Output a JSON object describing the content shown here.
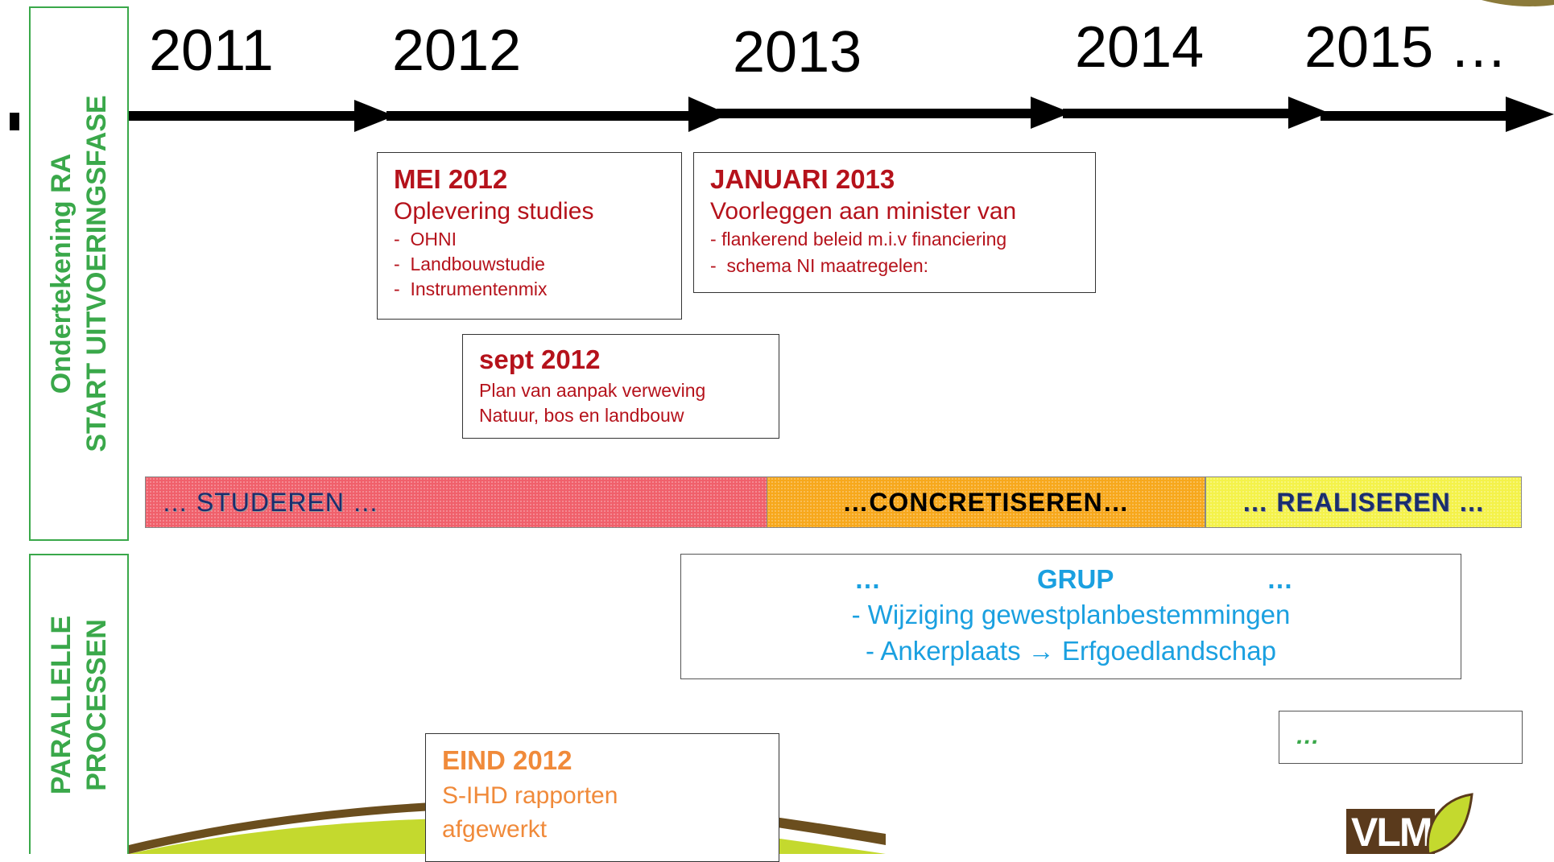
{
  "side_labels": {
    "top_line1": "Ondertekening  RA",
    "top_line2": "START UITVOERINGSFASE",
    "bottom_line1": "PARALLELLE",
    "bottom_line2": "PROCESSEN"
  },
  "years": [
    "2011",
    "2012",
    "2013",
    "2014",
    "2015 …"
  ],
  "boxes": {
    "mei": {
      "title": "MEI 2012",
      "subtitle": "Oplevering studies",
      "items": [
        "OHNI",
        "Landbouwstudie",
        "Instrumentenmix"
      ]
    },
    "januari": {
      "title": "JANUARI 2013",
      "subtitle": "Voorleggen aan minister van",
      "items": [
        "flankerend beleid m.i.v financiering",
        "schema NI maatregelen:"
      ]
    },
    "sept": {
      "title": "sept 2012",
      "line1": "Plan van aanpak verweving",
      "line2": "Natuur, bos en landbouw"
    },
    "grup": {
      "dots_left": "…",
      "title": "GRUP",
      "dots_right": "…",
      "line1": "- Wijziging gewestplanbestemmingen",
      "line2_pre": "- Ankerplaats ",
      "arrow": "→",
      "line2_post": " Erfgoedlandschap"
    },
    "eind": {
      "title": "EIND 2012",
      "line1": "S-IHD rapporten",
      "line2": "afgewerkt"
    },
    "ellipsis": {
      "text": "…"
    }
  },
  "phases": {
    "studeren": "… STUDEREN …",
    "concretiseren": "…CONCRETISEREN…",
    "realiseren": "… REALISEREN …"
  },
  "logo": {
    "text": "VLM"
  },
  "colors": {
    "dark_red": "#b5121b",
    "orange": "#f08a3a",
    "blue": "#1aa0e0",
    "green": "#3aa84a",
    "phase_red": "#f0606b",
    "phase_orange": "#f7a81c",
    "phase_yellow": "#f4f24a"
  }
}
